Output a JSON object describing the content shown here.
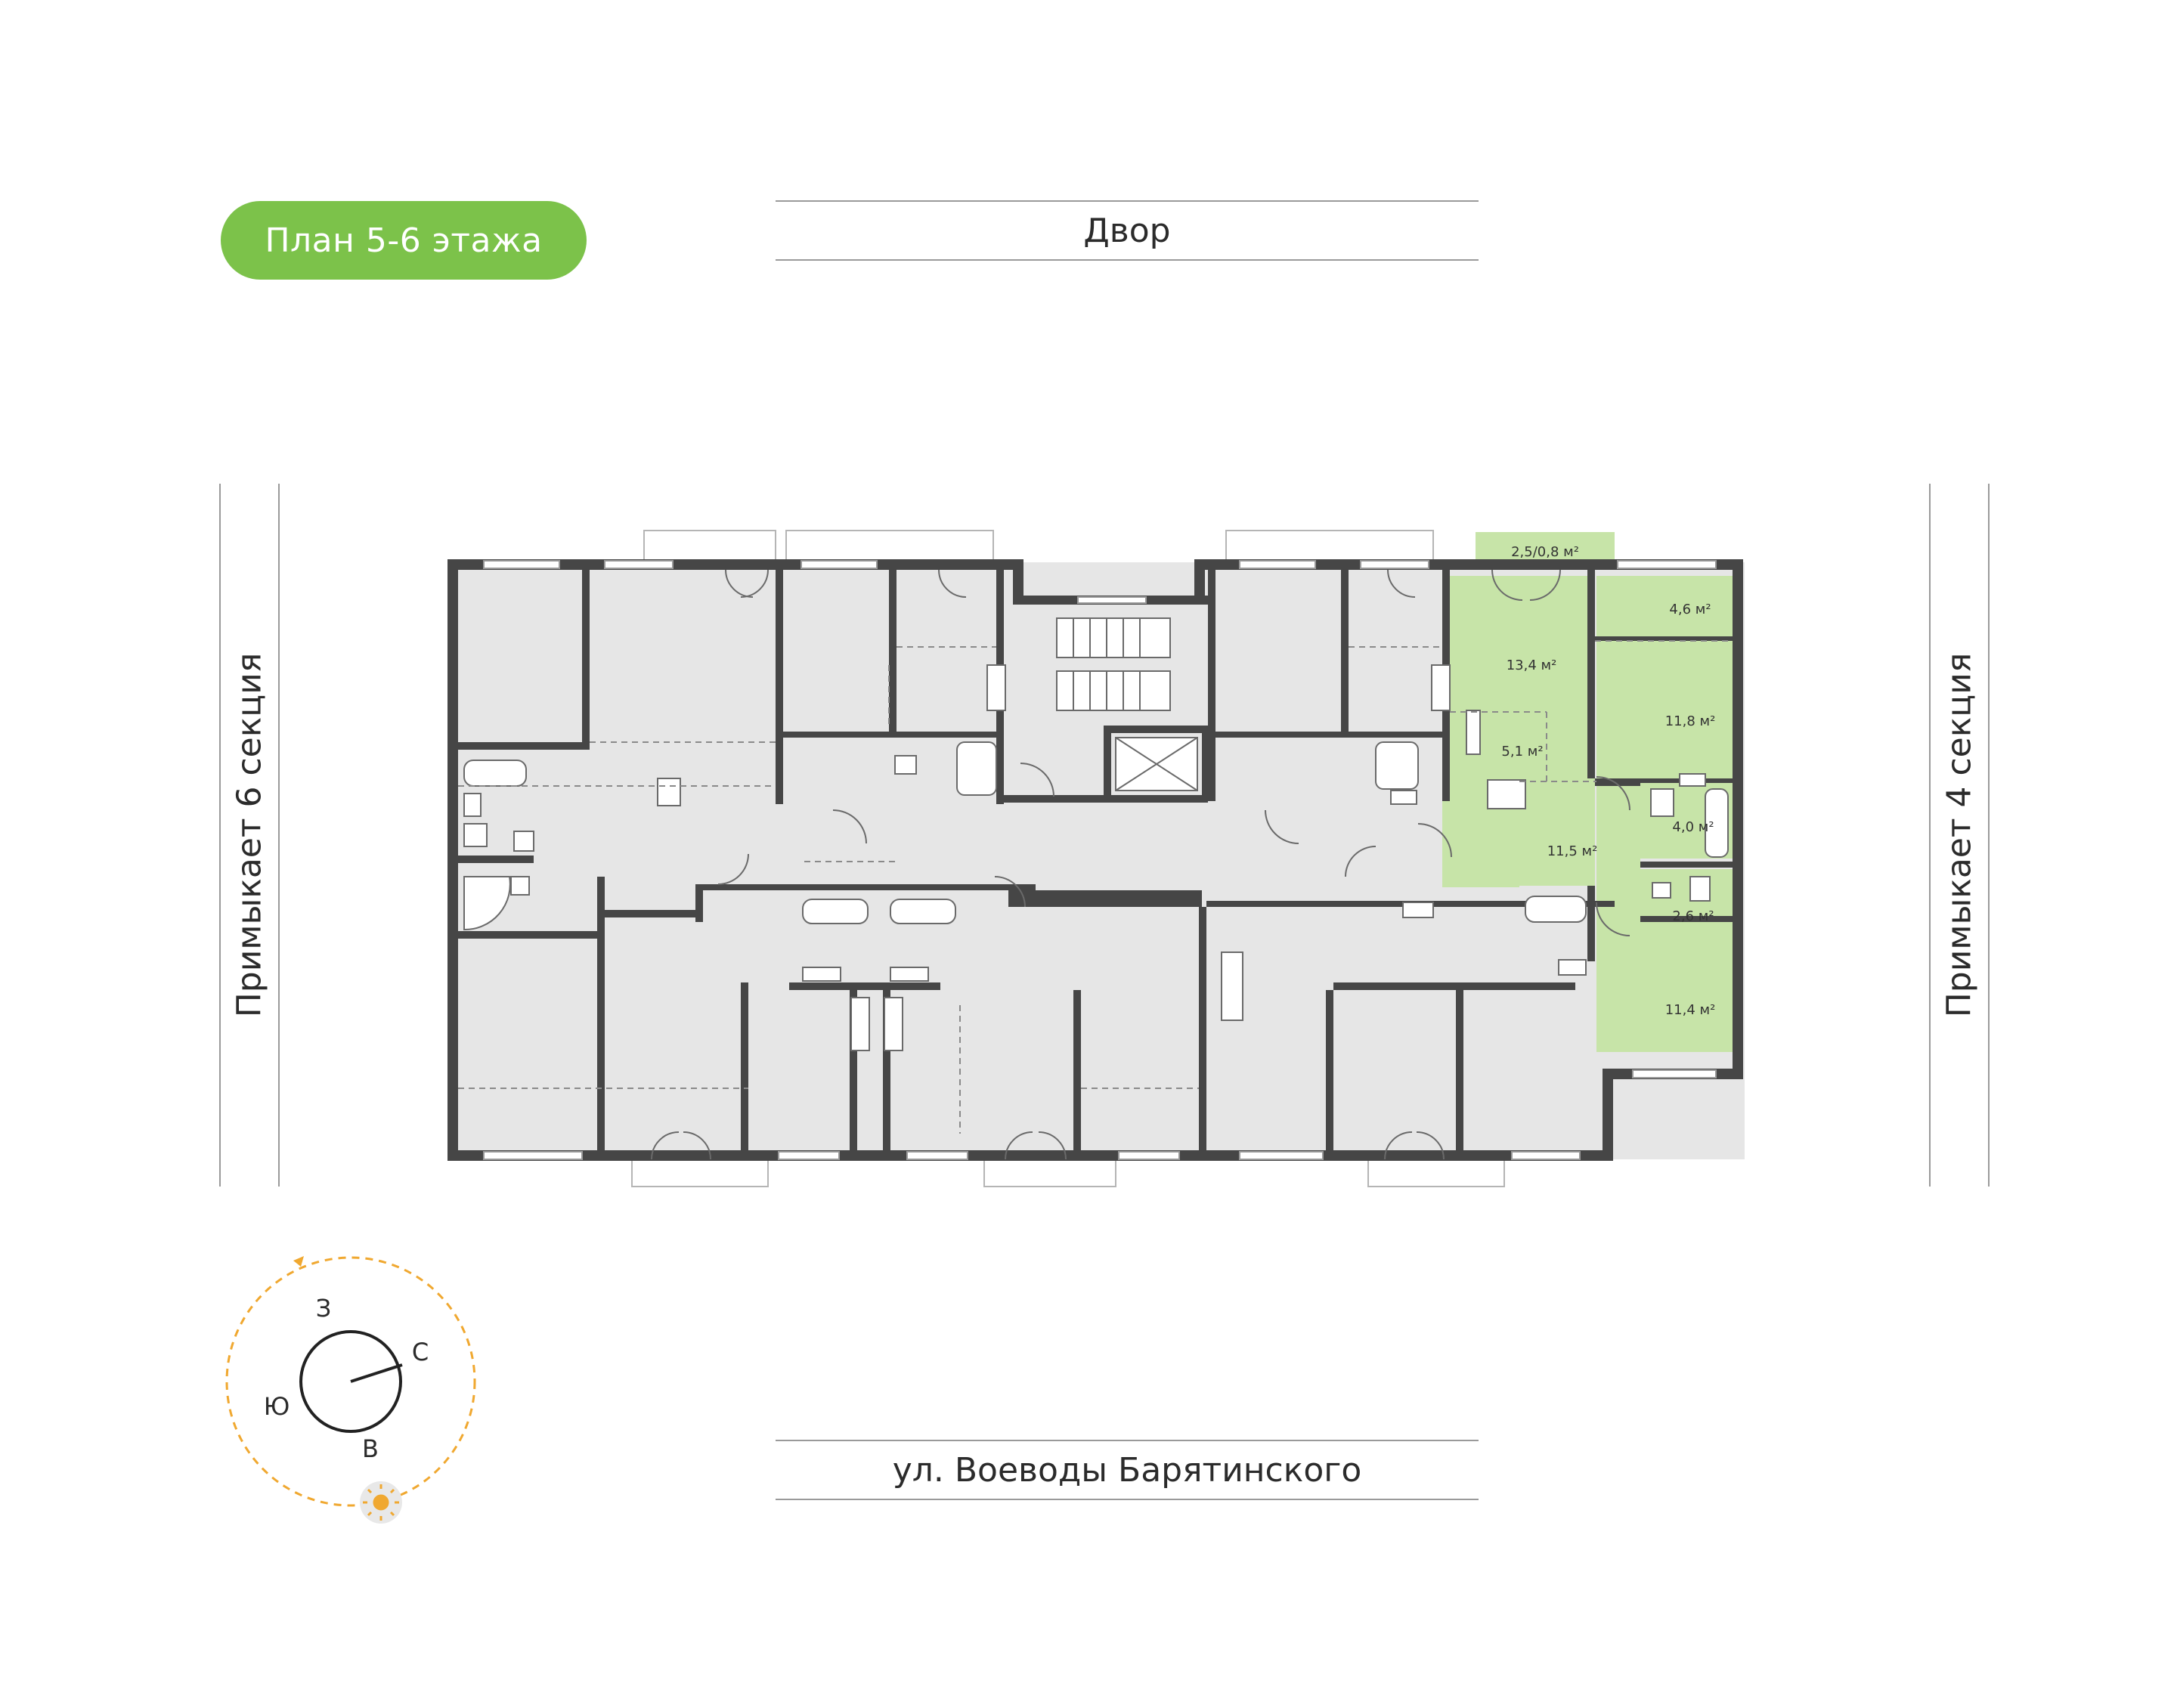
{
  "badge": {
    "label": "План 5-6 этажа",
    "color": "#7cc24a"
  },
  "streets": {
    "top": "Двор",
    "bottom": "ул. Воеводы Барятинского"
  },
  "sides": {
    "left": "Примыкает 6 секция",
    "right": "Примыкает 4 секция"
  },
  "compass": {
    "north": "С",
    "south": "Ю",
    "west": "З",
    "east": "В",
    "sun_icon": "sun-icon",
    "arc_color": "#f0a830"
  },
  "highlight_color": "#c7e4a8",
  "rooms": [
    {
      "id": "balcony",
      "area": "2,5/0,8 м²"
    },
    {
      "id": "bedroom-1",
      "area": "13,4 м²"
    },
    {
      "id": "kitchen",
      "area": "5,1 м²"
    },
    {
      "id": "living",
      "area": "11,5 м²"
    },
    {
      "id": "storage",
      "area": "4,6 м²"
    },
    {
      "id": "bedroom-2",
      "area": "11,8 м²"
    },
    {
      "id": "bath",
      "area": "4,0 м²"
    },
    {
      "id": "wc",
      "area": "2,6 м²"
    },
    {
      "id": "bedroom-3",
      "area": "11,4 м²"
    }
  ]
}
